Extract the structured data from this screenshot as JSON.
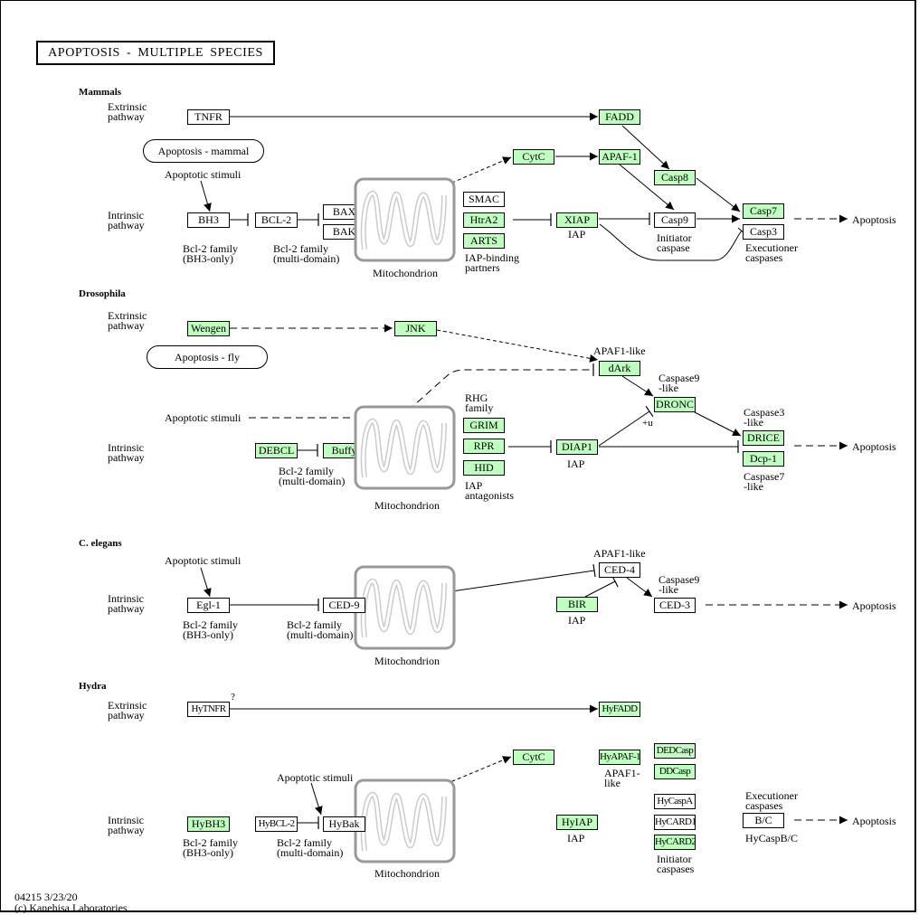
{
  "title": "APOPTOSIS  -  MULTIPLE  SPECIES",
  "colors": {
    "expressed_node": "#bfffbf",
    "default_node": "#ffffff",
    "mitochondrion_outline": "#999999",
    "mitochondrion_membrane": "#cccccc"
  },
  "sections": {
    "mammals": {
      "name": "Mammals",
      "extrinsic_label": "Extrinsic\npathway",
      "intrinsic_label": "Intrinsic\npathway",
      "map_link": "Apoptosis - mammal",
      "stimuli": "Apoptotic stimuli",
      "nodes": {
        "tnfr": "TNFR",
        "fadd": "FADD",
        "cytc": "CytC",
        "apaf1": "APAF-1",
        "casp8": "Casp8",
        "bh3": "BH3",
        "bcl2": "BCL-2",
        "bax": "BAX",
        "bak": "BAK",
        "smac": "SMAC",
        "htra2": "HtrA2",
        "arts": "ARTS",
        "xiap": "XIAP",
        "casp9": "Casp9",
        "casp7": "Casp7",
        "casp3": "Casp3"
      },
      "labels": {
        "bh3_family": "Bcl-2 family\n(BH3-only)",
        "bcl2_family": "Bcl-2 family\n(multi-domain)",
        "mitochondrion": "Mitochondrion",
        "iap_binding": "IAP-binding\npartners",
        "iap": "IAP",
        "initiator": "Initiator\ncaspase",
        "executioner": "Executioner\ncaspases",
        "apoptosis": "Apoptosis"
      }
    },
    "drosophila": {
      "name": "Drosophila",
      "extrinsic_label": "Extrinsic\npathway",
      "intrinsic_label": "Intrinsic\npathway",
      "map_link": "Apoptosis - fly",
      "stimuli": "Apoptotic stimuli",
      "nodes": {
        "wengen": "Wengen",
        "jnk": "JNK",
        "dark": "dArk",
        "dronc": "DRONC",
        "debcl": "DEBCL",
        "buffy": "Buffy",
        "grim": "GRIM",
        "rpr": "RPR",
        "hid": "HID",
        "diap1": "DIAP1",
        "drice": "DRICE",
        "dcp1": "Dcp-1"
      },
      "labels": {
        "apaf1_like": "APAF1-like",
        "caspase9_like": "Caspase9\n-like",
        "caspase3_like": "Caspase3\n-like",
        "caspase7_like": "Caspase7\n-like",
        "rhg_family": "RHG\nfamily",
        "bcl2_family": "Bcl-2 family\n(multi-domain)",
        "mitochondrion": "Mitochondrion",
        "iap_antagonists": "IAP\nantagonists",
        "iap": "IAP",
        "ubiquitination": "+u",
        "apoptosis": "Apoptosis"
      }
    },
    "celegans": {
      "name": "C. elegans",
      "intrinsic_label": "Intrinsic\npathway",
      "stimuli": "Apoptotic stimuli",
      "nodes": {
        "egl1": "Egl-1",
        "ced9": "CED-9",
        "ced4": "CED-4",
        "bir": "BIR",
        "ced3": "CED-3"
      },
      "labels": {
        "bh3_family": "Bcl-2 family\n(BH3-only)",
        "bcl2_family": "Bcl-2 family\n(multi-domain)",
        "mitochondrion": "Mitochondrion",
        "apaf1_like": "APAF1-like",
        "caspase9_like": "Caspase9\n-like",
        "iap": "IAP",
        "apoptosis": "Apoptosis"
      }
    },
    "hydra": {
      "name": "Hydra",
      "extrinsic_label": "Extrinsic\npathway",
      "intrinsic_label": "Intrinsic\npathway",
      "stimuli": "Apoptotic stimuli",
      "nodes": {
        "hytnfr": "HyTNFR",
        "hyfadd": "HyFADD",
        "cytc": "CytC",
        "hyapaf1": "HyAPAF-1",
        "dedcasp": "DEDCasp",
        "ddcasp": "DDCasp",
        "hycaspa": "HyCaspA",
        "hycard1": "HyCARD1",
        "hycard2": "HyCARD2",
        "hybh3": "HyBH3",
        "hybcl2": "HyBCL-2",
        "hybak": "HyBak",
        "hyiap": "HyIAP",
        "bc": "B/C"
      },
      "labels": {
        "question": "?",
        "apaf1_like": "APAF1-\nlike",
        "bh3_family": "Bcl-2 family\n(BH3-only)",
        "bcl2_family": "Bcl-2 family\n(multi-domain)",
        "mitochondrion": "Mitochondrion",
        "iap": "IAP",
        "initiator": "Initiator\ncaspases",
        "executioner": "Executioner\ncaspases",
        "hycaspbc": "HyCaspB/C",
        "apoptosis": "Apoptosis"
      }
    }
  },
  "footer": "04215 3/23/20\n(c) Kanehisa Laboratories"
}
